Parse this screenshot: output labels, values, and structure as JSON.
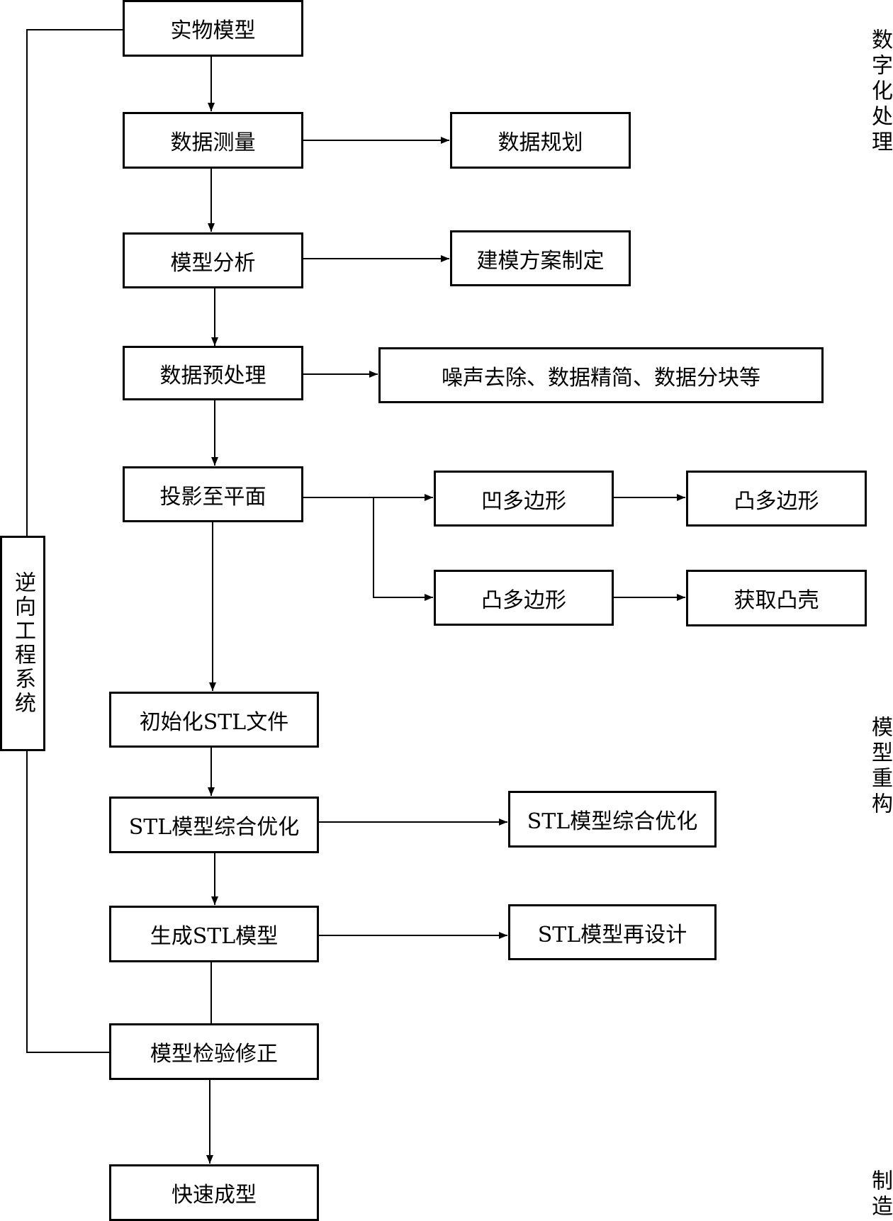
{
  "diagram": {
    "main_flow": [
      "实物模型",
      "数据测量",
      "模型分析",
      "数据预处理",
      "投影至平面",
      "初始化STL文件",
      "STL模型综合优化",
      "生成STL模型",
      "模型检验修正",
      "快速成型"
    ],
    "branches": {
      "data_planning": "数据规划",
      "modeling_plan": "建模方案制定",
      "preprocess_detail": "噪声去除、数据精简、数据分块等",
      "concave_polygon": "凹多边形",
      "convex_polygon_right": "凸多边形",
      "convex_polygon_lower": "凸多边形",
      "convex_hull": "获取凸壳",
      "stl_optimize_detail": "STL模型综合优化",
      "stl_redesign": "STL模型再设计"
    },
    "system_label": "逆向工程系统",
    "stages": {
      "digitizing": "数字化处理",
      "reconstruction": "模型重构",
      "manufacturing": "制造"
    }
  }
}
